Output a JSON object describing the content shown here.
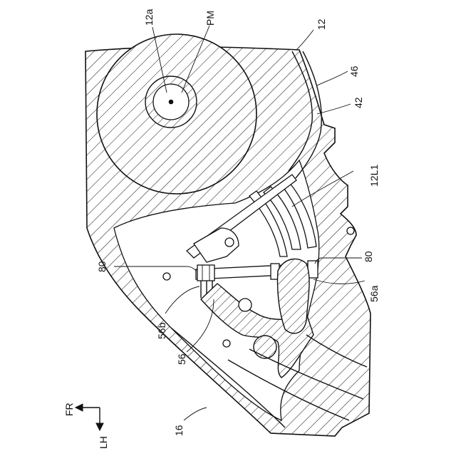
{
  "labels": {
    "l_12a": "12a",
    "l_PM": "PM",
    "l_12": "12",
    "l_46": "46",
    "l_42": "42",
    "l_12L1": "12L1",
    "l_80_left": "80",
    "l_80_right": "80",
    "l_56a": "56a",
    "l_56b": "56b",
    "l_56": "56",
    "l_16": "16",
    "l_FR": "FR",
    "l_LH": "LH"
  }
}
